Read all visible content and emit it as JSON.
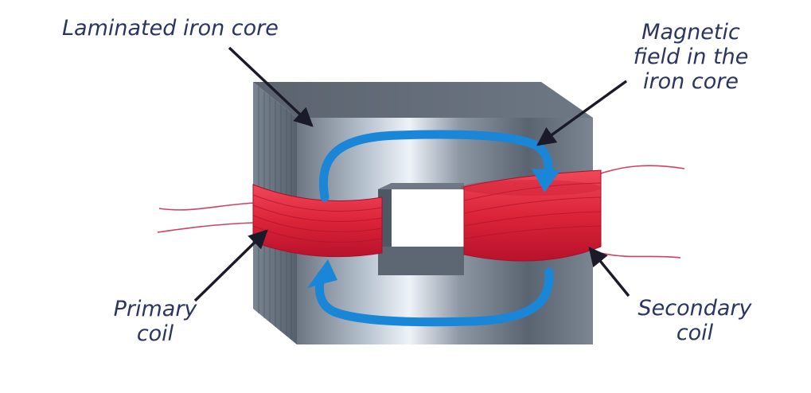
{
  "labels": {
    "core": "Laminated iron core",
    "field": [
      "Magnetic",
      "field in the",
      "iron core"
    ],
    "primary": [
      "Primary",
      "coil"
    ],
    "secondary": [
      "Secondary",
      "coil"
    ]
  },
  "colors": {
    "core_dark": "#5a6470",
    "core_light": "#d8e0ea",
    "coil": "#e0283c",
    "coil_dark": "#a8102a",
    "field_arrow": "#1a86d8",
    "wire": "#d04060",
    "text": "#2a3560",
    "pointer": "#1a1a28"
  },
  "icons": {
    "pointer": "pointer-arrow-icon",
    "flux": "flux-arrow-icon"
  }
}
